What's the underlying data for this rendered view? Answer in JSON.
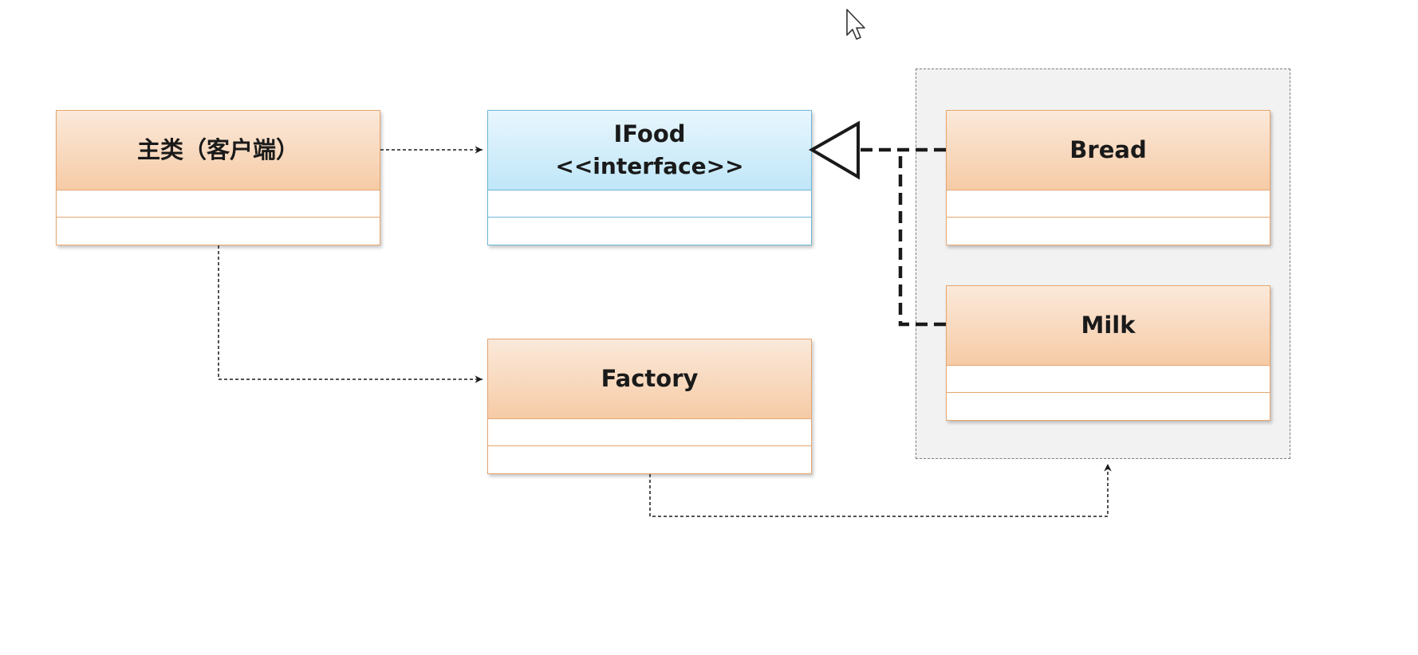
{
  "diagram": {
    "classes": {
      "client": {
        "name": "主类（客户端）"
      },
      "ifood": {
        "name": "IFood",
        "stereotype": "<<interface>>"
      },
      "factory": {
        "name": "Factory"
      },
      "bread": {
        "name": "Bread"
      },
      "milk": {
        "name": "Milk"
      }
    },
    "colors": {
      "class_fill_top": "#fbe9da",
      "class_fill_bottom": "#f6cba6",
      "class_border": "#e6a66f",
      "interface_fill_top": "#e8f6fd",
      "interface_fill_bottom": "#bfe6f8",
      "interface_border": "#6db6d9",
      "group_fill": "#f2f2f2",
      "line": "#1a1a1a"
    }
  }
}
